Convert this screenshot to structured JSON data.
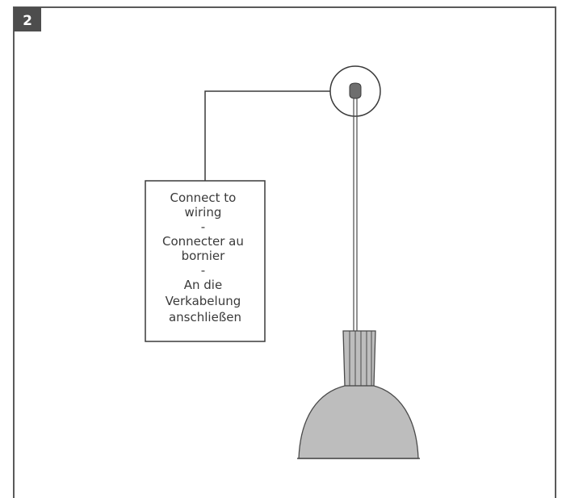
{
  "step": {
    "number": "2"
  },
  "callout": {
    "lines": [
      "Connect to",
      "wiring",
      "-",
      "Connecter au",
      "bornier",
      "-",
      "An die",
      "Verkabelung",
      "anschließen"
    ]
  },
  "colors": {
    "frame": "#5a5a5a",
    "badge": "#4d4d4d",
    "lamp_shade": "#bdbdbd",
    "lamp_stroke": "#4a4a4a",
    "canopy": "#6e6e6e"
  }
}
